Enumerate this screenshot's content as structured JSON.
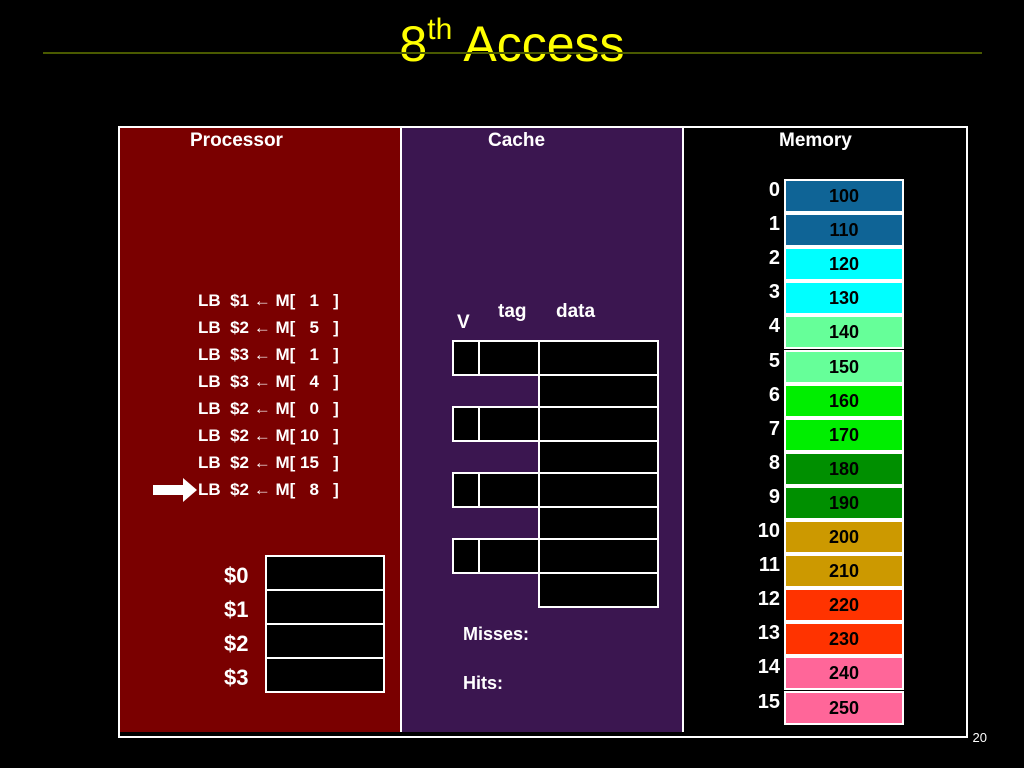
{
  "title": {
    "main": "8",
    "sup": "th",
    "rest": " Access"
  },
  "headers": {
    "processor": "Processor",
    "cache": "Cache",
    "memory": "Memory"
  },
  "instructions": [
    "LB  $1 ← M[   1   ]",
    "LB  $2 ← M[   5   ]",
    "LB  $3 ← M[   1   ]",
    "LB  $3 ← M[   4   ]",
    "LB  $2 ← M[   0   ]",
    "LB  $2 ← M[ 10   ]",
    "LB  $2 ← M[ 15   ]",
    "LB  $2 ← M[   8   ]"
  ],
  "current_instruction_index": 7,
  "registers": [
    "$0",
    "$1",
    "$2",
    "$3"
  ],
  "cache": {
    "v_label": "V",
    "tag_label": "tag",
    "data_label": "data",
    "lines": 4,
    "words_per_line": 2
  },
  "stats": {
    "misses_label": "Misses:",
    "hits_label": "Hits:"
  },
  "memory": {
    "addresses": [
      "0",
      "1",
      "2",
      "3",
      "4",
      "5",
      "6",
      "7",
      "8",
      "9",
      "10",
      "11",
      "12",
      "13",
      "14",
      "15"
    ],
    "values": [
      "100",
      "110",
      "120",
      "130",
      "140",
      "150",
      "160",
      "170",
      "180",
      "190",
      "200",
      "210",
      "220",
      "230",
      "240",
      "250"
    ],
    "colors": [
      "#0f6496",
      "#0f6496",
      "#00ffff",
      "#00ffff",
      "#66ff99",
      "#66ff99",
      "#00ee00",
      "#00ee00",
      "#008f00",
      "#008f00",
      "#cc9900",
      "#cc9900",
      "#ff3300",
      "#ff3300",
      "#ff6699",
      "#ff6699"
    ]
  },
  "page_number": "20"
}
